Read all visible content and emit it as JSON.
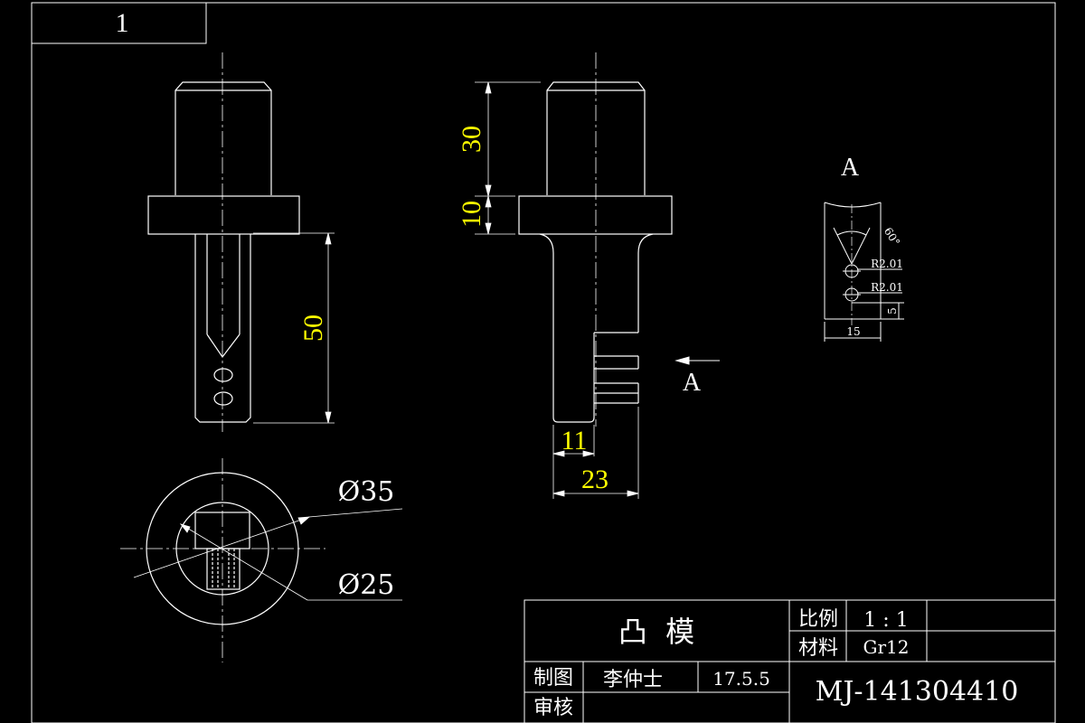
{
  "sheet": {
    "number": "1"
  },
  "front_view": {
    "dim_length": "50"
  },
  "side_view": {
    "dim_head": "30",
    "dim_flange": "10",
    "dim_tip": "11",
    "dim_width": "23",
    "section_marker": "A"
  },
  "bottom_view": {
    "dia_outer": "Ø35",
    "dia_inner": "Ø25"
  },
  "detail_a": {
    "title": "A",
    "angle": "60°",
    "radius_1": "R2.01",
    "radius_2": "R2.01",
    "dim_height": "5",
    "dim_width": "15"
  },
  "title_block": {
    "part_name": "凸  模",
    "scale_label": "比例",
    "scale_value": "1 : 1",
    "material_label": "材料",
    "material_value": "Gr12",
    "drawn_label": "制图",
    "drawer": "李仲士",
    "date": "17.5.5",
    "check_label": "审核",
    "drawing_number": "MJ-141304410"
  },
  "colors": {
    "line": "#ffffff",
    "dimension": "#ffff00",
    "background": "#000000"
  }
}
